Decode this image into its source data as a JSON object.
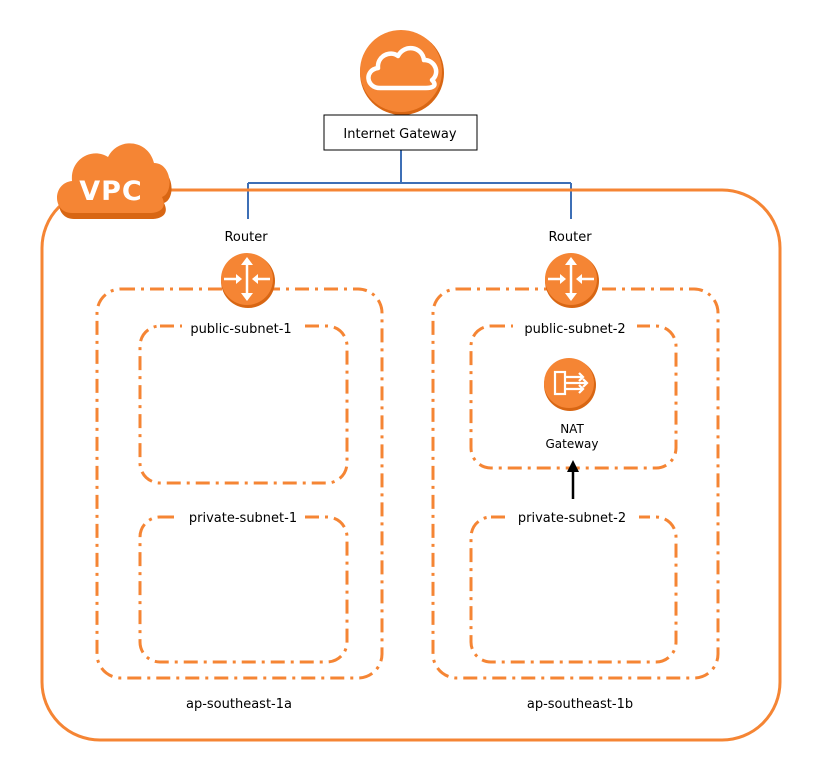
{
  "internet_gateway": {
    "label": "Internet Gateway",
    "icon": "cloud-icon"
  },
  "vpc": {
    "label": "VPC",
    "icon": "cloud-icon"
  },
  "colors": {
    "orange": "#F58534",
    "orange_dark": "#D86613",
    "link_blue": "#3D6FB6",
    "arrow": "#000000"
  },
  "zones": [
    {
      "name": "ap-southeast-1a",
      "router": {
        "label": "Router",
        "icon": "router-icon"
      },
      "public_subnet": "public-subnet-1",
      "private_subnet": "private-subnet-1"
    },
    {
      "name": "ap-southeast-1b",
      "router": {
        "label": "Router",
        "icon": "router-icon"
      },
      "public_subnet": "public-subnet-2",
      "private_subnet": "private-subnet-2",
      "nat_gateway": {
        "label_line1": "NAT",
        "label_line2": "Gateway",
        "icon": "nat-gateway-icon"
      }
    }
  ]
}
